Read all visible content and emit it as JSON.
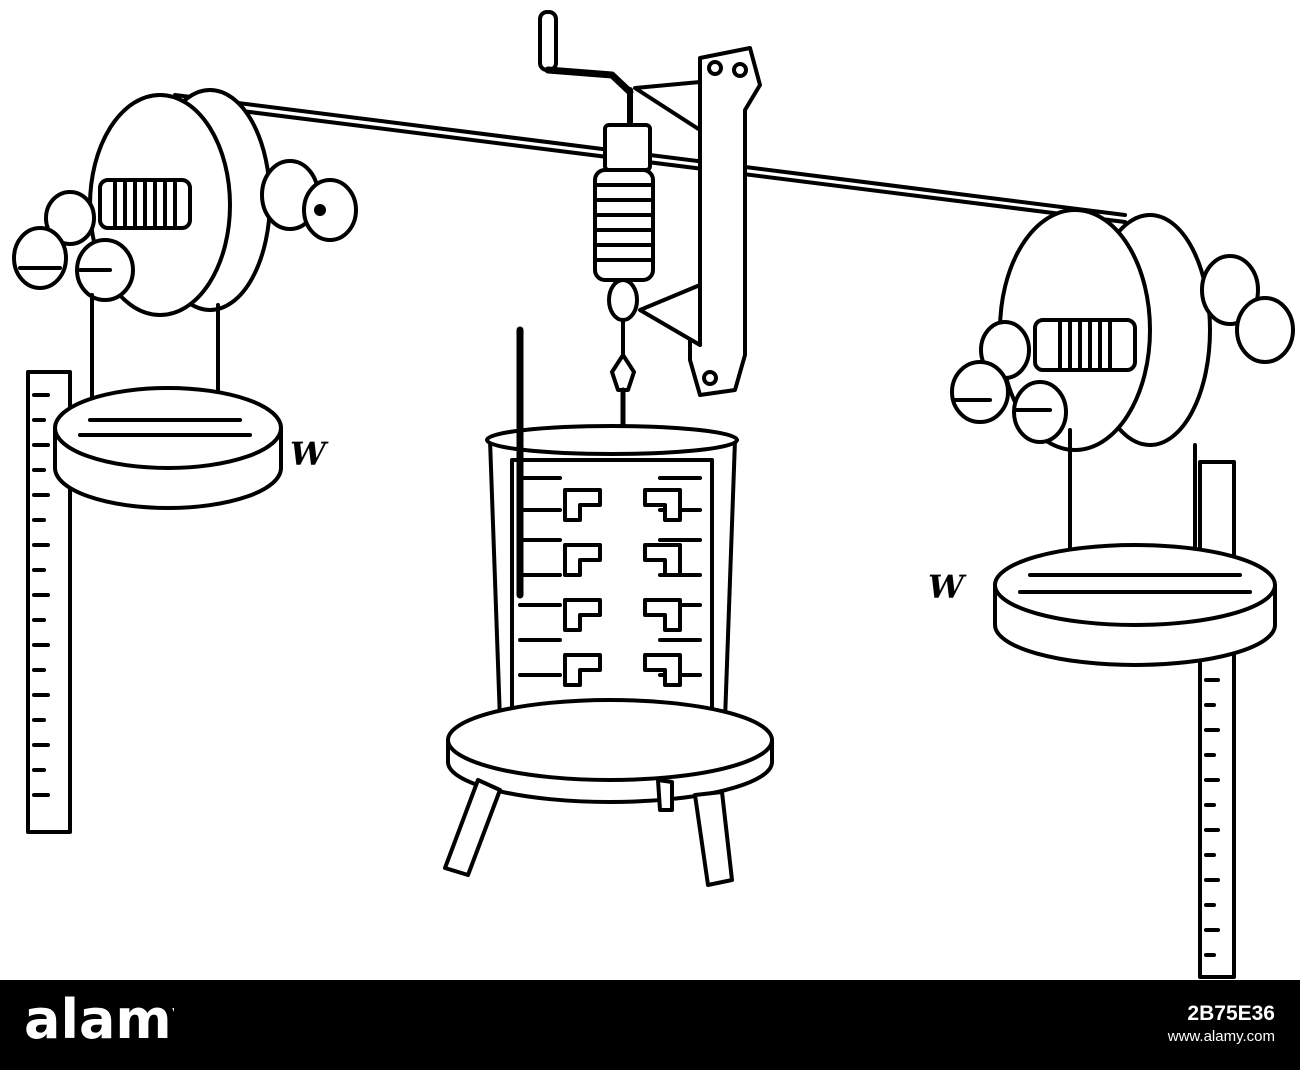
{
  "figure": {
    "labels": {
      "left_weight": "W",
      "right_weight": "W"
    }
  },
  "footer": {
    "logo_text": "alamy",
    "image_id": "2B75E36",
    "site": "www.alamy.com"
  }
}
